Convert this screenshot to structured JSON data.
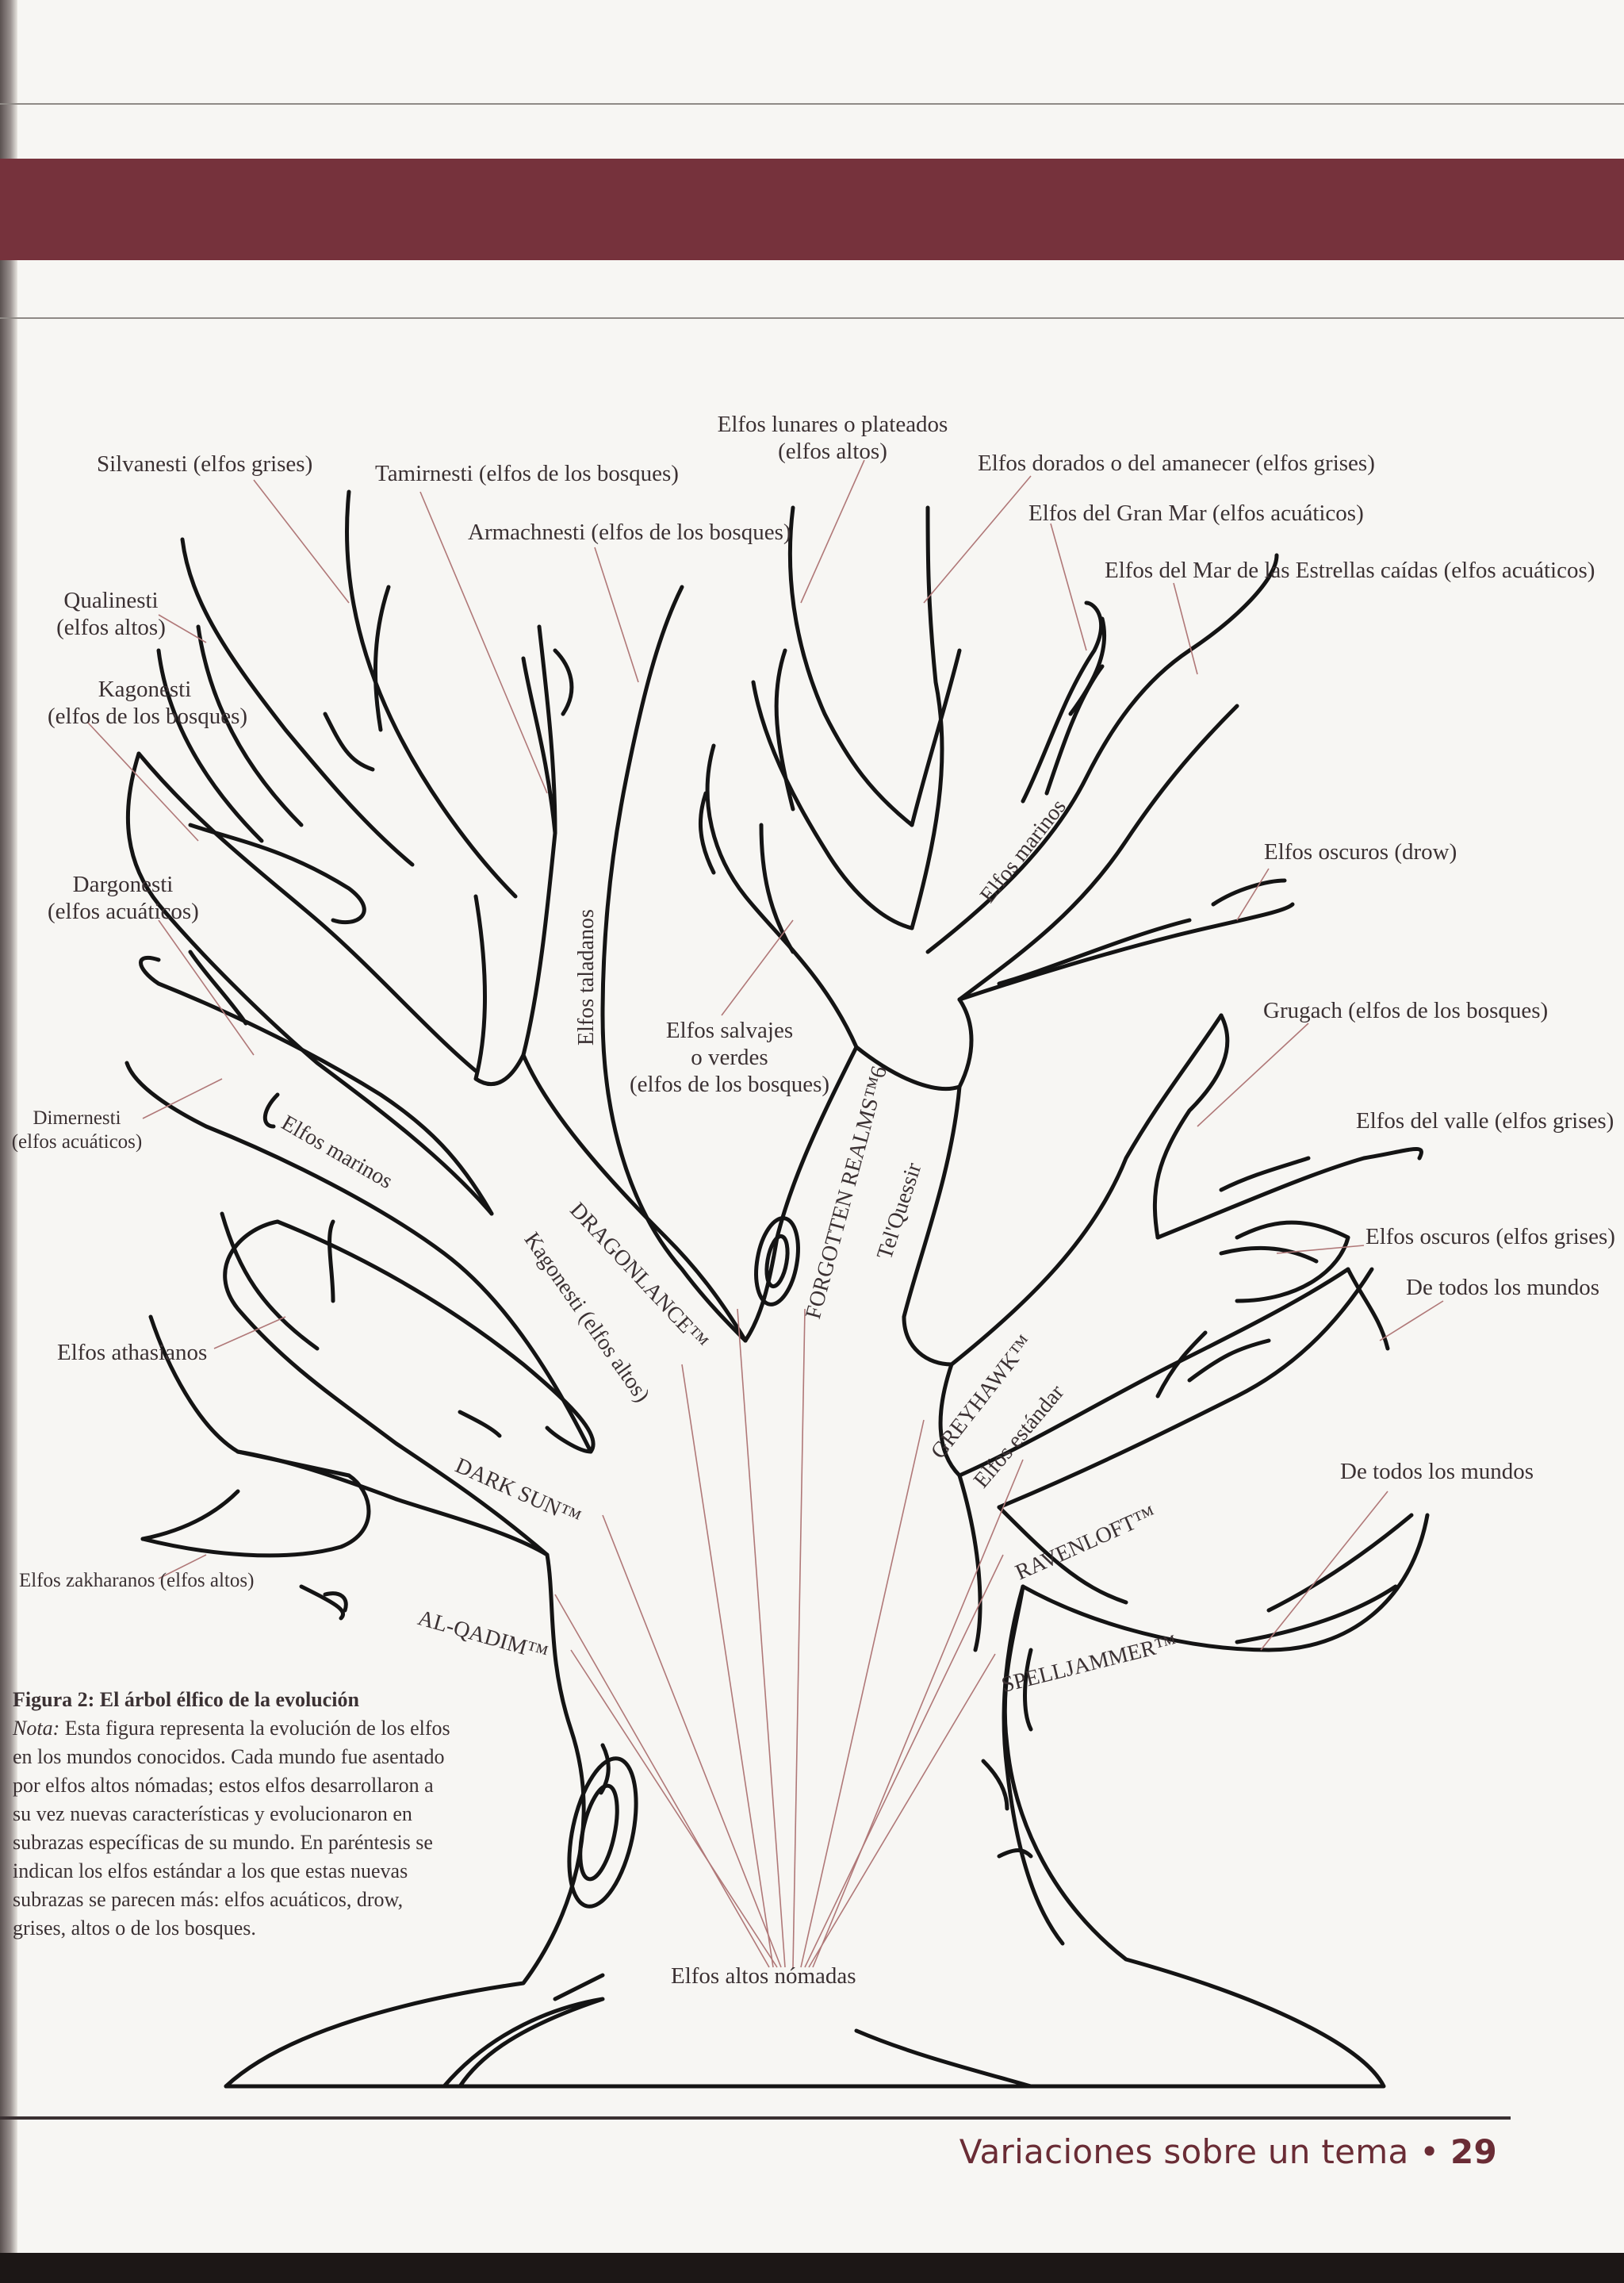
{
  "page": {
    "footer_text": "Variaciones sobre un tema",
    "footer_bullet": "•",
    "page_number": "29",
    "accent_color": "#76323c"
  },
  "tree": {
    "root": "Elfos altos nómadas",
    "labels": {
      "silvanesti": "Silvanesti (elfos grises)",
      "tamirnesti": "Tamirnesti (elfos de los bosques)",
      "lunares_1": "Elfos lunares o plateados",
      "lunares_2": "(elfos altos)",
      "dorados": "Elfos dorados o del amanecer (elfos grises)",
      "gran_mar": "Elfos del Gran Mar (elfos acuáticos)",
      "armachnesti": "Armachnesti (elfos de los bosques)",
      "mar_estrellas": "Elfos del Mar de las Estrellas caídas (elfos acuáticos)",
      "qualinesti_1": "Qualinesti",
      "qualinesti_2": "(elfos altos)",
      "kagonesti_1": "Kagonesti",
      "kagonesti_2": "(elfos de los bosques)",
      "dargonesti_1": "Dargonesti",
      "dargonesti_2": "(elfos acuáticos)",
      "dimernesti_1": "Dimernesti",
      "dimernesti_2": "(elfos acuáticos)",
      "athasianos": "Elfos athasianos",
      "zakharanos": "Elfos zakharanos (elfos altos)",
      "oscuros_drow": "Elfos oscuros (drow)",
      "grugach": "Grugach (elfos de los bosques)",
      "valle": "Elfos del valle (elfos grises)",
      "oscuros_grises": "Elfos oscuros (elfos grises)",
      "todos_1": "De todos los mundos",
      "todos_2": "De todos los mundos",
      "salvajes_1": "Elfos salvajes",
      "salvajes_2": "o verdes",
      "salvajes_3": "(elfos de los bosques)"
    },
    "branch_labels": {
      "taladanos": "Elfos taladanos",
      "marinos_left": "Elfos marinos",
      "marinos_right": "Elfos marinos",
      "dragonlance": "DRAGONLANCE™",
      "kagonesti_altos": "Kagonesti (elfos altos)",
      "forgotten": "FORGOTTEN REALMS™6",
      "telquessir": "Tel'Quessir",
      "greyhawk": "GREYHAWK™",
      "estandar": "Elfos estándar",
      "dark_sun": "DARK SUN™",
      "ravenloft": "RAVENLOFT™",
      "al_qadim": "AL-QADIM™",
      "spelljammer": "SPELLJAMMER™"
    }
  },
  "caption": {
    "title": "Figura 2: El árbol élfico de la evolución",
    "note_label": "Nota:",
    "text": "Esta figura representa la evolución de los elfos en los mundos conocidos. Cada mundo fue asentado por elfos altos nómadas; estos elfos desarrollaron a su vez nuevas características y evolucionaron en subrazas específicas de su mundo. En paréntesis se indican los elfos estándar a los que estas nuevas subrazas se parecen más: elfos acuáticos, drow, grises, altos o de los bosques."
  }
}
